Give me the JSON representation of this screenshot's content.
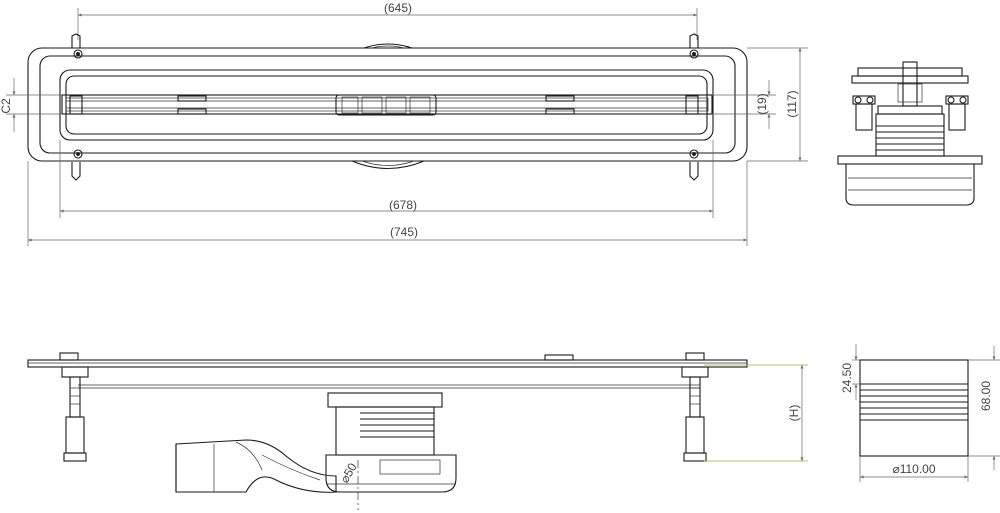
{
  "top_view": {
    "dim_645": "(645)",
    "dim_678": "(678)",
    "dim_745": "(745)",
    "dim_117": "(117)",
    "dim_19": "(19)",
    "dim_c2": "C2"
  },
  "side_view": {
    "dim_h": "(H)",
    "dim_phi50": "⌀50"
  },
  "outlet_view": {
    "dim_2450": "24.50",
    "dim_6800": "68.00",
    "dim_phi110": "⌀110.00"
  }
}
